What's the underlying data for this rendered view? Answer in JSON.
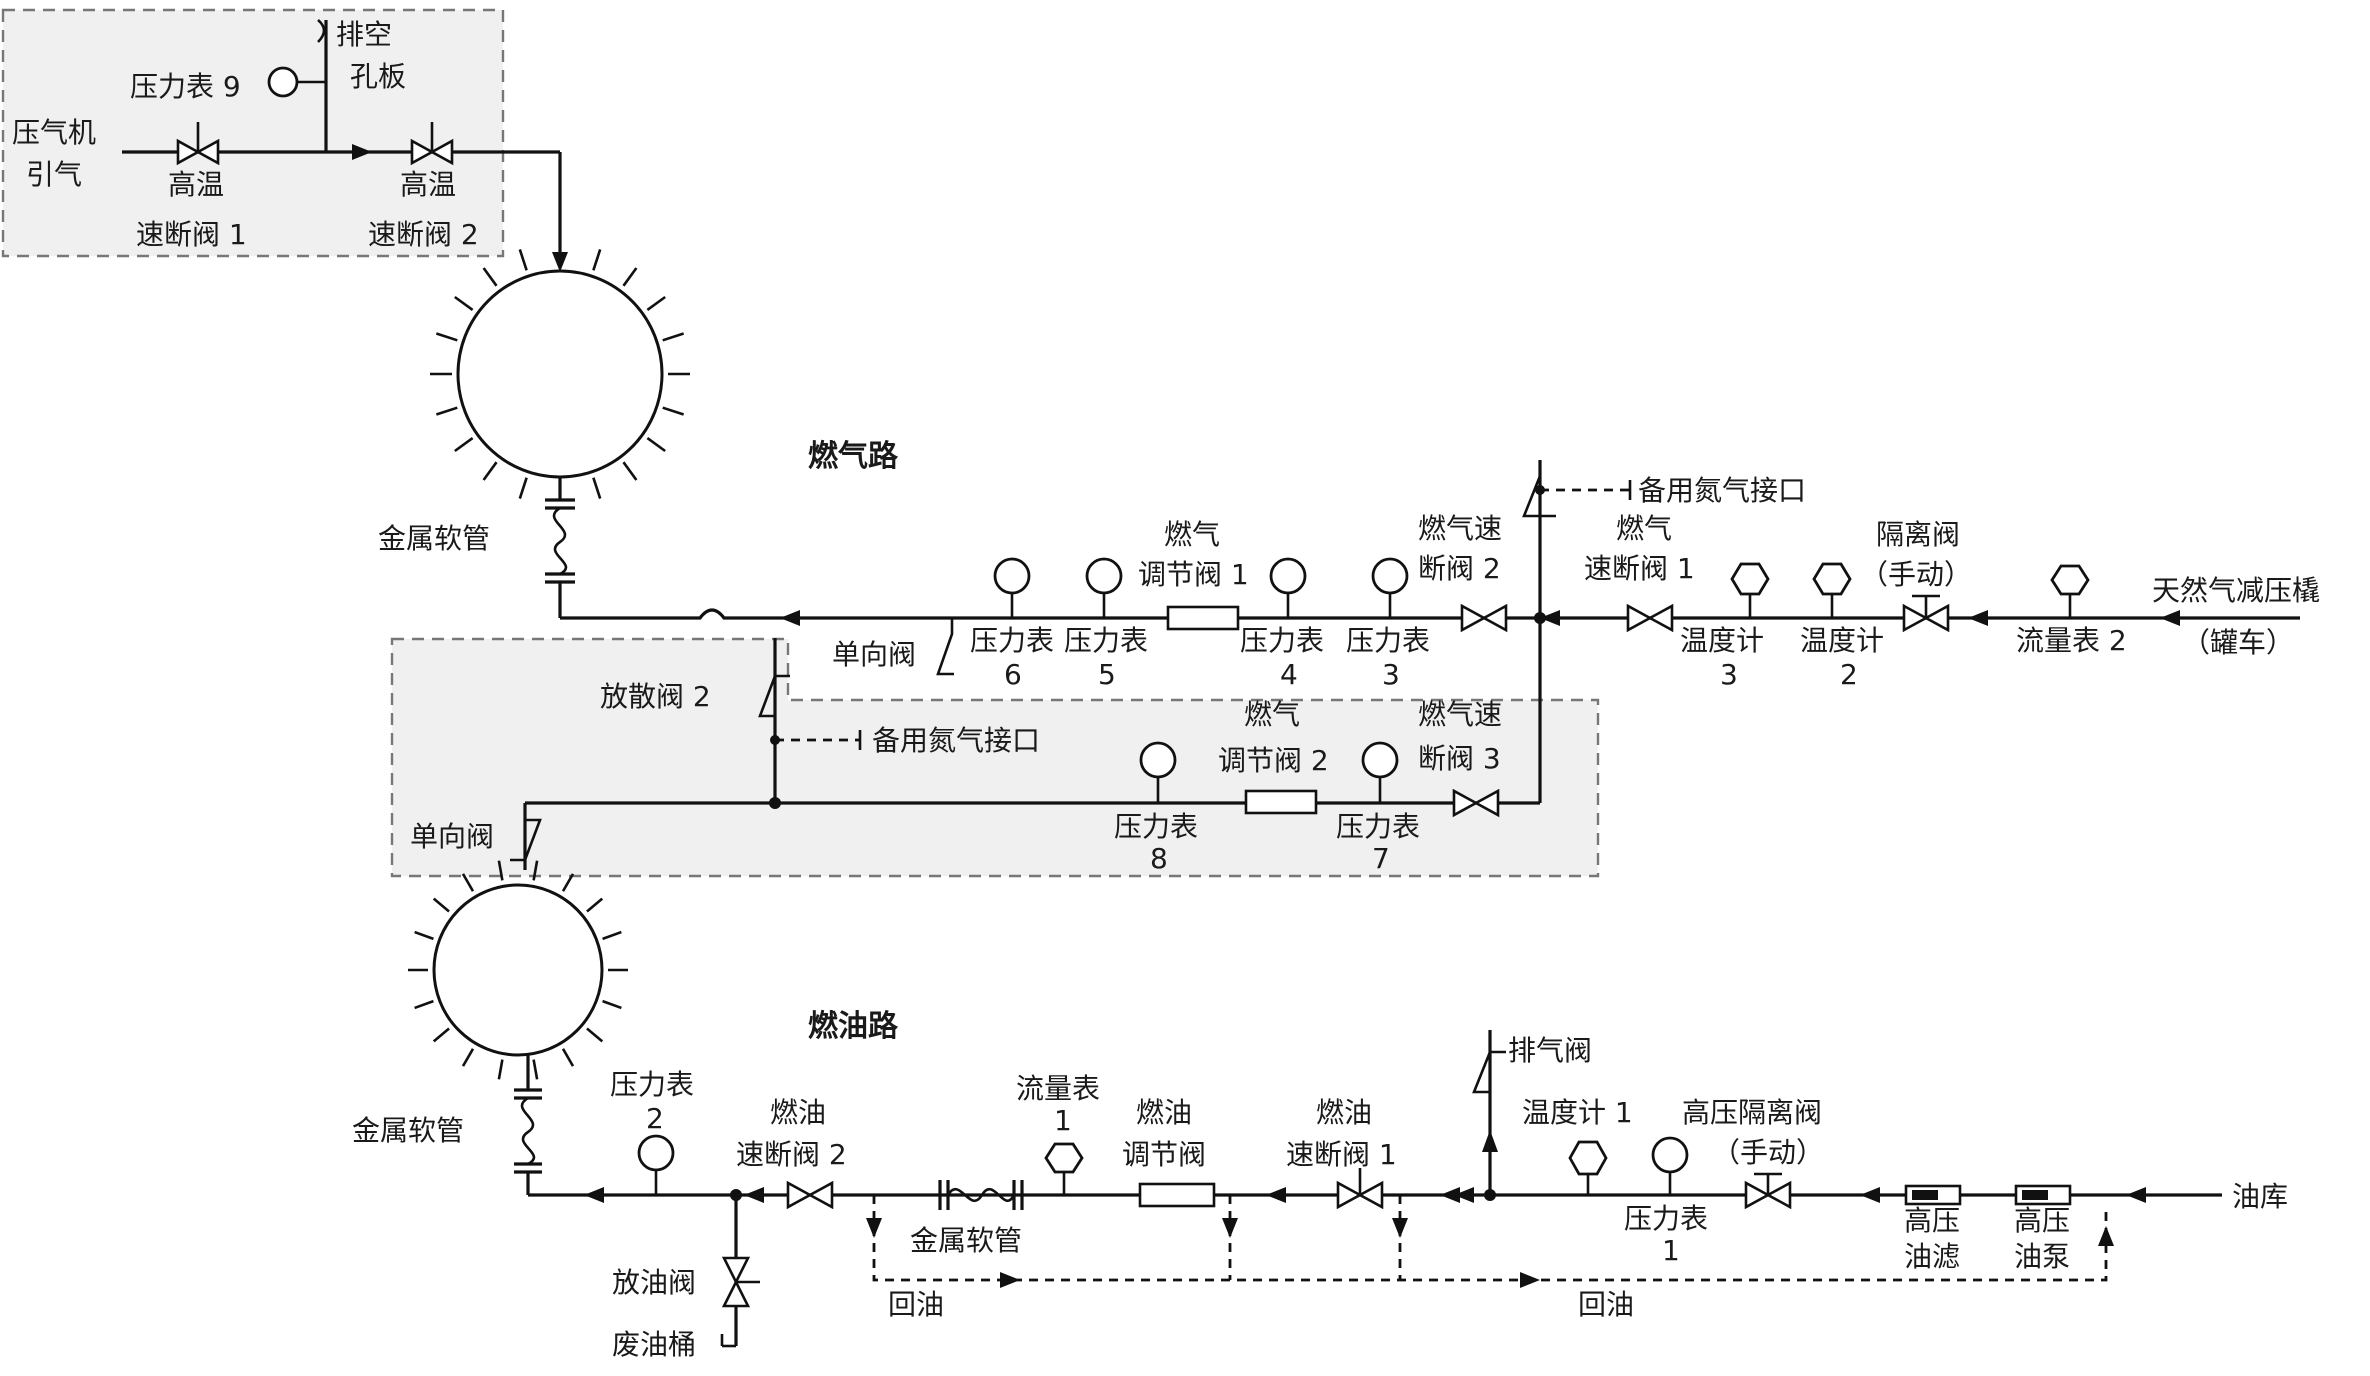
{
  "sections": {
    "gas_title": "燃气路",
    "oil_title": "燃油路"
  },
  "air": {
    "compressor_l1": "压气机",
    "compressor_l2": "引气",
    "gauge9": "压力表 9",
    "orifice_l1": "排空",
    "orifice_l2": "孔板",
    "hv1_l1": "高温",
    "hv1_l2": "速断阀 1",
    "hv2_l1": "高温",
    "hv2_l2": "速断阀 2"
  },
  "gas": {
    "hose": "金属软管",
    "check1": "单向阀",
    "g6_l1": "压力表",
    "g6_l2": "6",
    "g5_l1": "压力表",
    "g5_l2": "5",
    "rv1_l1": "燃气",
    "rv1_l2": "调节阀 1",
    "g4_l1": "压力表",
    "g4_l2": "4",
    "g3_l1": "压力表",
    "g3_l2": "3",
    "sv2_l1": "燃气速",
    "sv2_l2": "断阀 2",
    "n2_top": "备用氮气接口",
    "sv1_l1": "燃气",
    "sv1_l2": "速断阀 1",
    "t3_l1": "温度计",
    "t3_l2": "3",
    "t2_l1": "温度计",
    "t2_l2": "2",
    "iso_l1": "隔离阀",
    "iso_l2": "（手动）",
    "f2": "流量表 2",
    "src_l1": "天然气减压橇",
    "src_l2": "（罐车）",
    "vent2": "放散阀 2",
    "n2_mid": "备用氮气接口",
    "rv2_l1": "燃气",
    "rv2_l2": "调节阀 2",
    "sv3_l1": "燃气速",
    "sv3_l2": "断阀 3",
    "g8_l1": "压力表",
    "g8_l2": "8",
    "g7_l1": "压力表",
    "g7_l2": "7",
    "check2": "单向阀"
  },
  "oil": {
    "hose1": "金属软管",
    "g2_l1": "压力表",
    "g2_l2": "2",
    "osv2_l1": "燃油",
    "osv2_l2": "速断阀 2",
    "hose2": "金属软管",
    "f1_l1": "流量表",
    "f1_l2": "1",
    "orv_l1": "燃油",
    "orv_l2": "调节阀",
    "osv1_l1": "燃油",
    "osv1_l2": "速断阀 1",
    "exhaust": "排气阀",
    "t1": "温度计 1",
    "g1_l1": "压力表",
    "g1_l2": "1",
    "hiso_l1": "高压隔离阀",
    "hiso_l2": "（手动）",
    "filter_l1": "高压",
    "filter_l2": "油滤",
    "pump_l1": "高压",
    "pump_l2": "油泵",
    "depot": "油库",
    "return1": "回油",
    "return2": "回油",
    "drain": "放油阀",
    "waste": "废油桶"
  }
}
